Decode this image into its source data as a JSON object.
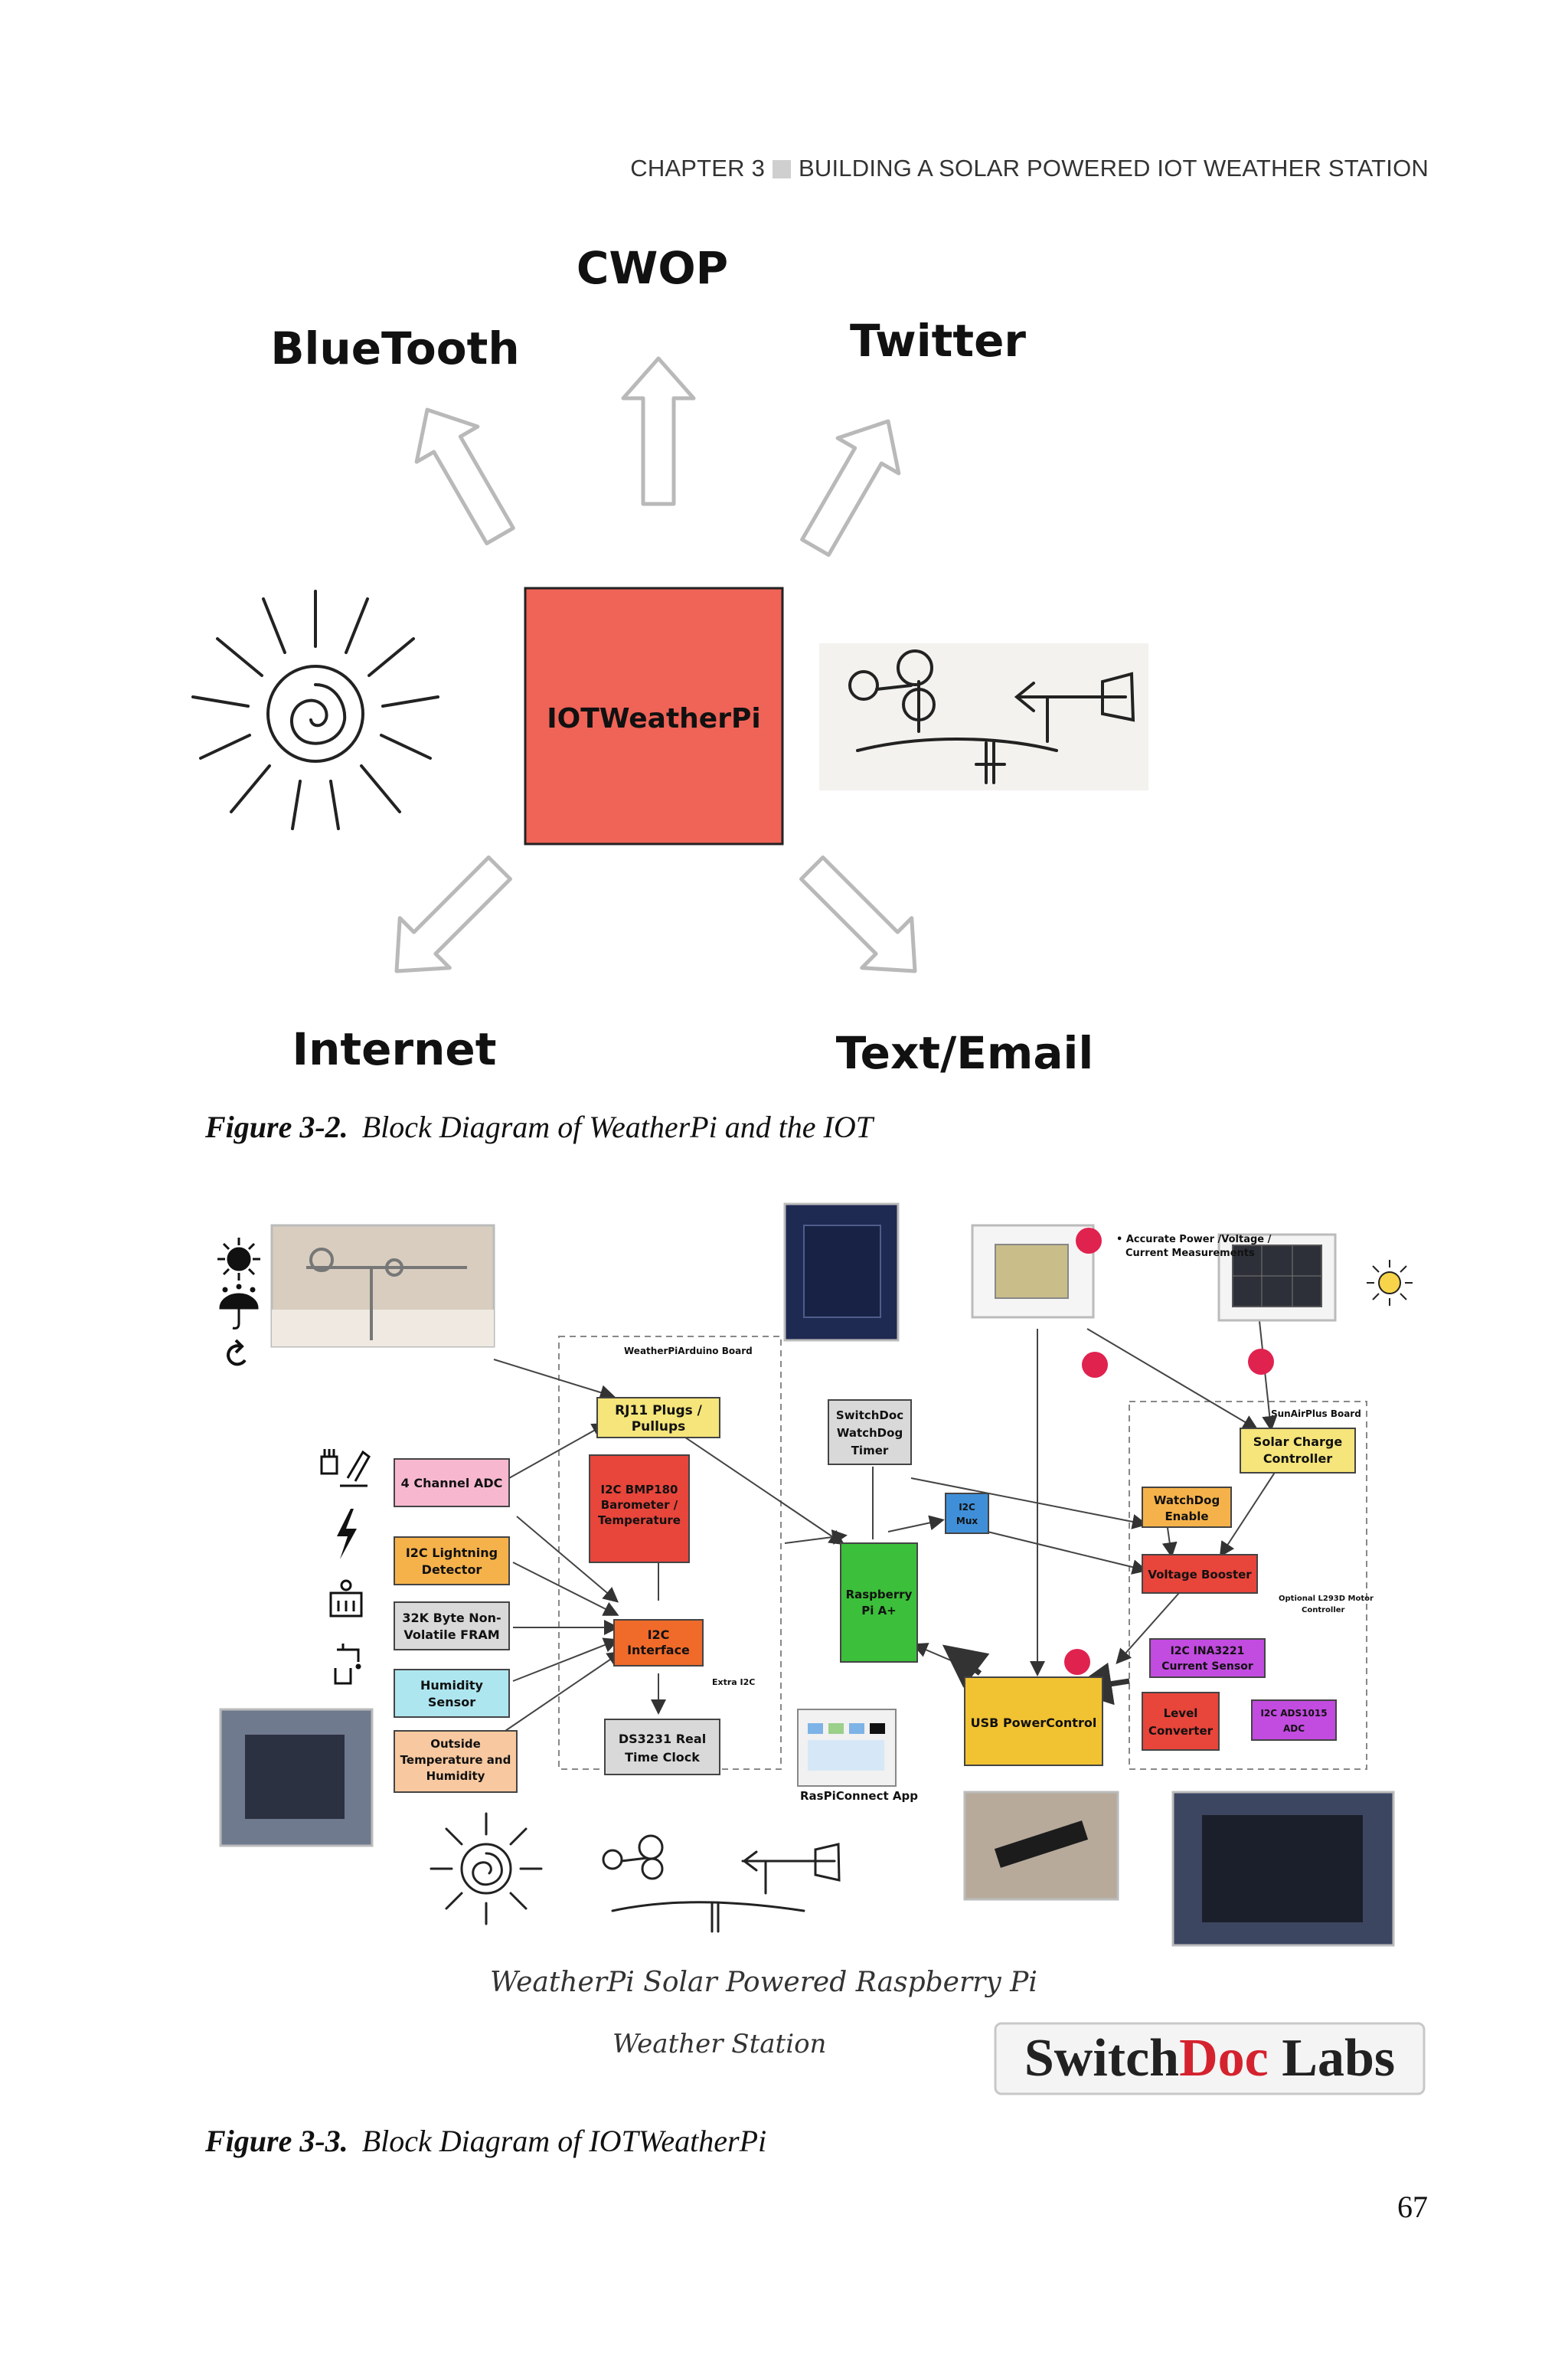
{
  "header": {
    "chapter": "CHAPTER 3",
    "title": "BUILDING A SOLAR POWERED IOT WEATHER STATION"
  },
  "figure1": {
    "center": "IOTWeatherPi",
    "top": "CWOP",
    "top_left": "BlueTooth",
    "top_right": "Twitter",
    "bottom_left": "Internet",
    "bottom_right": "Text/Email",
    "caption_label": "Figure 3-2.",
    "caption_text": "Block Diagram of WeatherPi and the IOT"
  },
  "figure2": {
    "board_label": "WeatherPiArduino Board",
    "sunairplus_label": "SunAirPlus Board",
    "accurate_note_1": "• Accurate Power /Voltage /",
    "accurate_note_2": "Current Measurements",
    "rj11_1": "RJ11 Plugs /",
    "rj11_2": "Pullups",
    "adc_4ch": "4 Channel ADC",
    "lightning_1": "I2C Lightning",
    "lightning_2": "Detector",
    "fram_1": "32K Byte Non-",
    "fram_2": "Volatile FRAM",
    "humidity_1": "Humidity",
    "humidity_2": "Sensor",
    "outside_1": "Outside",
    "outside_2": "Temperature and",
    "outside_3": "Humidity",
    "bmp_1": "I2C BMP180",
    "bmp_2": "Barometer /",
    "bmp_3": "Temperature",
    "i2c_1": "I2C",
    "i2c_2": "Interface",
    "rtc_1": "DS3231 Real",
    "rtc_2": "Time Clock",
    "watchdog_1": "SwitchDoc",
    "watchdog_2": "WatchDog",
    "watchdog_3": "Timer",
    "mux_1": "I2C",
    "mux_2": "Mux",
    "rpi_1": "Raspberry",
    "rpi_2": "Pi A+",
    "solar_1": "Solar Charge",
    "solar_2": "Controller",
    "wd_enable_1": "WatchDog",
    "wd_enable_2": "Enable",
    "booster": "Voltage Booster",
    "ina_1": "I2C INA3221",
    "ina_2": "Current Sensor",
    "level_1": "Level",
    "level_2": "Converter",
    "ads_1": "I2C ADS1015",
    "ads_2": "ADC",
    "usb": "USB PowerControl",
    "raspiconnect": "RasPiConnect App",
    "extra_i2c": "Extra I2C",
    "optional_1": "Optional L293D Motor",
    "optional_2": "Controller",
    "script_1": "WeatherPi Solar Powered Raspberry Pi",
    "script_2": "Weather Station",
    "brand_1": "Switch",
    "brand_2": "Doc",
    "brand_3": " Labs",
    "caption_label": "Figure 3-3.",
    "caption_text": "Block Diagram of IOTWeatherPi"
  },
  "page_number": "67",
  "colors": {
    "center_box": "#f06357",
    "yellow": "#f5e57a",
    "pink": "#f7b8cf",
    "orange": "#f6b24a",
    "red": "#e8453b",
    "grey": "#d9d9d9",
    "cyan": "#aee6f0",
    "peach": "#f8c9a0",
    "blue": "#3f8fd8",
    "green": "#3cbf3a",
    "gold": "#f1c232",
    "purple": "#c24be0",
    "magenta_dot": "#e0224f"
  }
}
